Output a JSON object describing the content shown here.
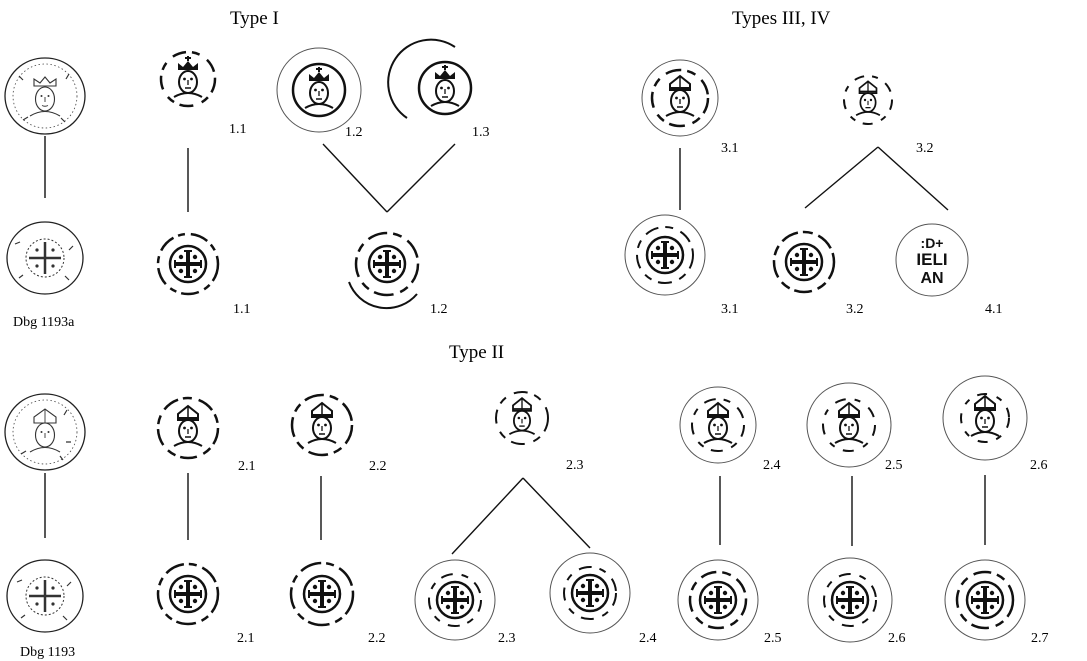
{
  "headings": {
    "type1": "Type I",
    "types34": "Types III, IV",
    "type2": "Type II"
  },
  "captions": {
    "dbg1193a": "Dbg 1193a",
    "dbg1193": "Dbg 1193"
  },
  "coin_labels": {
    "t1_obv_1": "1.1",
    "t1_obv_2": "1.2",
    "t1_obv_3": "1.3",
    "t1_rev_1": "1.1",
    "t1_rev_2": "1.2",
    "t34_obv_1": "3.1",
    "t34_obv_2": "3.2",
    "t34_rev_1": "3.1",
    "t34_rev_2": "3.2",
    "t34_rev_3": "4.1",
    "t2_obv_1": "2.1",
    "t2_obv_2": "2.2",
    "t2_obv_3": "2.3",
    "t2_obv_4": "2.4",
    "t2_obv_5": "2.5",
    "t2_obv_6": "2.6",
    "t2_rev_1": "2.1",
    "t2_rev_2": "2.2",
    "t2_rev_3": "2.3",
    "t2_rev_4": "2.4",
    "t2_rev_5": "2.5",
    "t2_rev_6": "2.6",
    "t2_rev_7": "2.7"
  },
  "coin_41_legend": {
    "line1": ":D+",
    "line2": "IELI",
    "line3": "AN"
  }
}
